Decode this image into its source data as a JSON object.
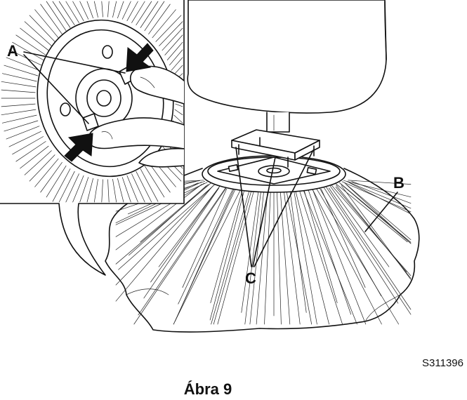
{
  "figure": {
    "callouts": {
      "a": "A",
      "b": "B",
      "c": "C"
    },
    "code": "S311396",
    "caption": "Ábra 9"
  }
}
